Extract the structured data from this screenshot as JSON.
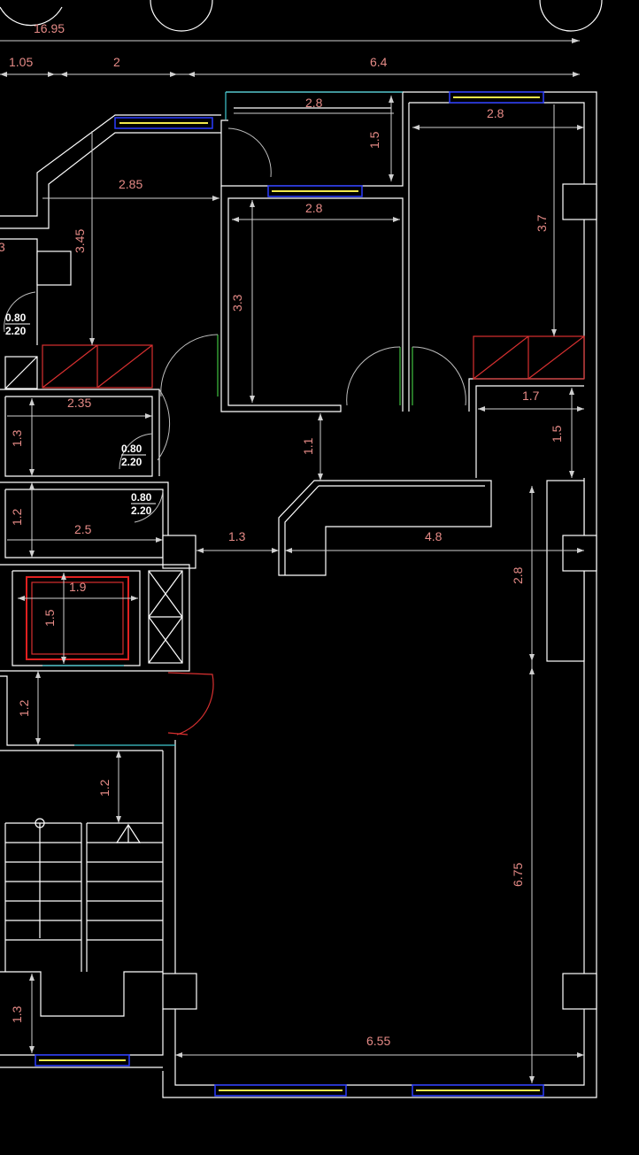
{
  "dimensions": {
    "d_16_95": "16.95",
    "d_1_05": "1.05",
    "d_2_top": "2",
    "d_6_4": "6.4",
    "d_2_8_a": "2.8",
    "d_2_8_b": "2.8",
    "d_1_5_a": "1.5",
    "d_2_85": "2.85",
    "d_2_8_c": "2.8",
    "d_3_7": "3.7",
    "d_3_45": "3.45",
    "d_3_partial": "3",
    "d_3_3": "3.3",
    "d_2_35": "2.35",
    "d_1_7": "1.7",
    "d_1_5_b": "1.5",
    "d_1_3_a": "1.3",
    "d_1_1": "1.1",
    "d_1_2_a": "1.2",
    "d_2_5": "2.5",
    "d_1_3_b": "1.3",
    "d_4_8": "4.8",
    "d_2_8_d": "2.8",
    "d_1_9": "1.9",
    "d_1_5_c": "1.5",
    "d_1_2_b": "1.2",
    "d_1_2_c": "1.2",
    "d_6_75": "6.75",
    "d_1_3_c": "1.3",
    "d_6_55": "6.55"
  },
  "door_labels": {
    "a_width": "0.80",
    "a_height": "2.20",
    "b_width": "0.80",
    "b_height": "2.20",
    "c_width": "0.80",
    "c_height": "2.20"
  },
  "colors": {
    "wall": "#ffffff",
    "dimension_text": "#e58a86",
    "window_frame": "#2a3cff",
    "window_glass": "#f2e94a",
    "elevator": "#e02020",
    "background": "#000000"
  }
}
